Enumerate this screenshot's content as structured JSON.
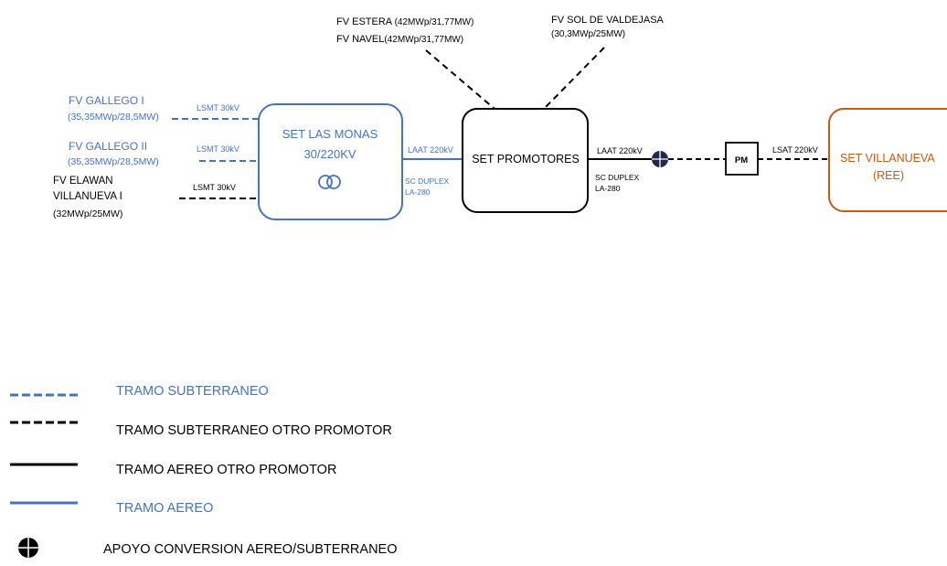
{
  "plants": {
    "gallego1": {
      "name": "FV GALLEGO I",
      "cap": "(35,35MWp/28,5MW)",
      "line": "LSMT 30kV"
    },
    "gallego2": {
      "name": "FV GALLEGO II",
      "cap": "(35,35MWp/28,5MW)",
      "line": "LSMT 30kV"
    },
    "elawan": {
      "name1": "FV ELAWAN",
      "name2": "VILLANUEVA I",
      "cap": "(32MWp/25MW)",
      "line": "LSMT 30kV"
    },
    "estera": {
      "name": "FV ESTERA",
      "cap": "(42MWp/31,77MW)"
    },
    "navel": {
      "name": "FV NAVEL",
      "cap": "(42MWp/31,77MW)"
    },
    "valdejasa": {
      "name": "FV SOL DE VALDEJASA",
      "cap": "(30,3MWp/25MW)"
    }
  },
  "substations": {
    "monas": {
      "line1": "SET LAS MONAS",
      "line2": "30/220KV",
      "symbol": "transformer-icon"
    },
    "promotores": {
      "label": "SET PROMOTORES"
    },
    "pm": {
      "label": "PM"
    },
    "villanueva": {
      "line1": "SET VILLANUEVA",
      "line2": "(REE)"
    }
  },
  "links": {
    "monas_promotores": {
      "line": "LAAT 220kV",
      "cond1": "SC DUPLEX",
      "cond2": "LA-280"
    },
    "promotores_apoyo": {
      "line": "LAAT 220kV",
      "cond1": "SC DUPLEX",
      "cond2": "LA-280"
    },
    "pm_villanueva": {
      "line": "LSAT 220kV"
    }
  },
  "legend": [
    {
      "label": "TRAMO SUBTERRANEO",
      "color": "#4472c4"
    },
    {
      "label": "TRAMO SUBTERRANEO OTRO PROMOTOR",
      "color": "#000000"
    },
    {
      "label": "TRAMO AEREO OTRO PROMOTOR",
      "color": "#000000"
    },
    {
      "label": "TRAMO AEREO",
      "color": "#4472c4"
    },
    {
      "label": "APOYO CONVERSION AEREO/SUBTERRANEO",
      "color": "#000000"
    }
  ],
  "colors": {
    "blue": "#4472c4",
    "black": "#000000",
    "orange": "#c55a11"
  }
}
